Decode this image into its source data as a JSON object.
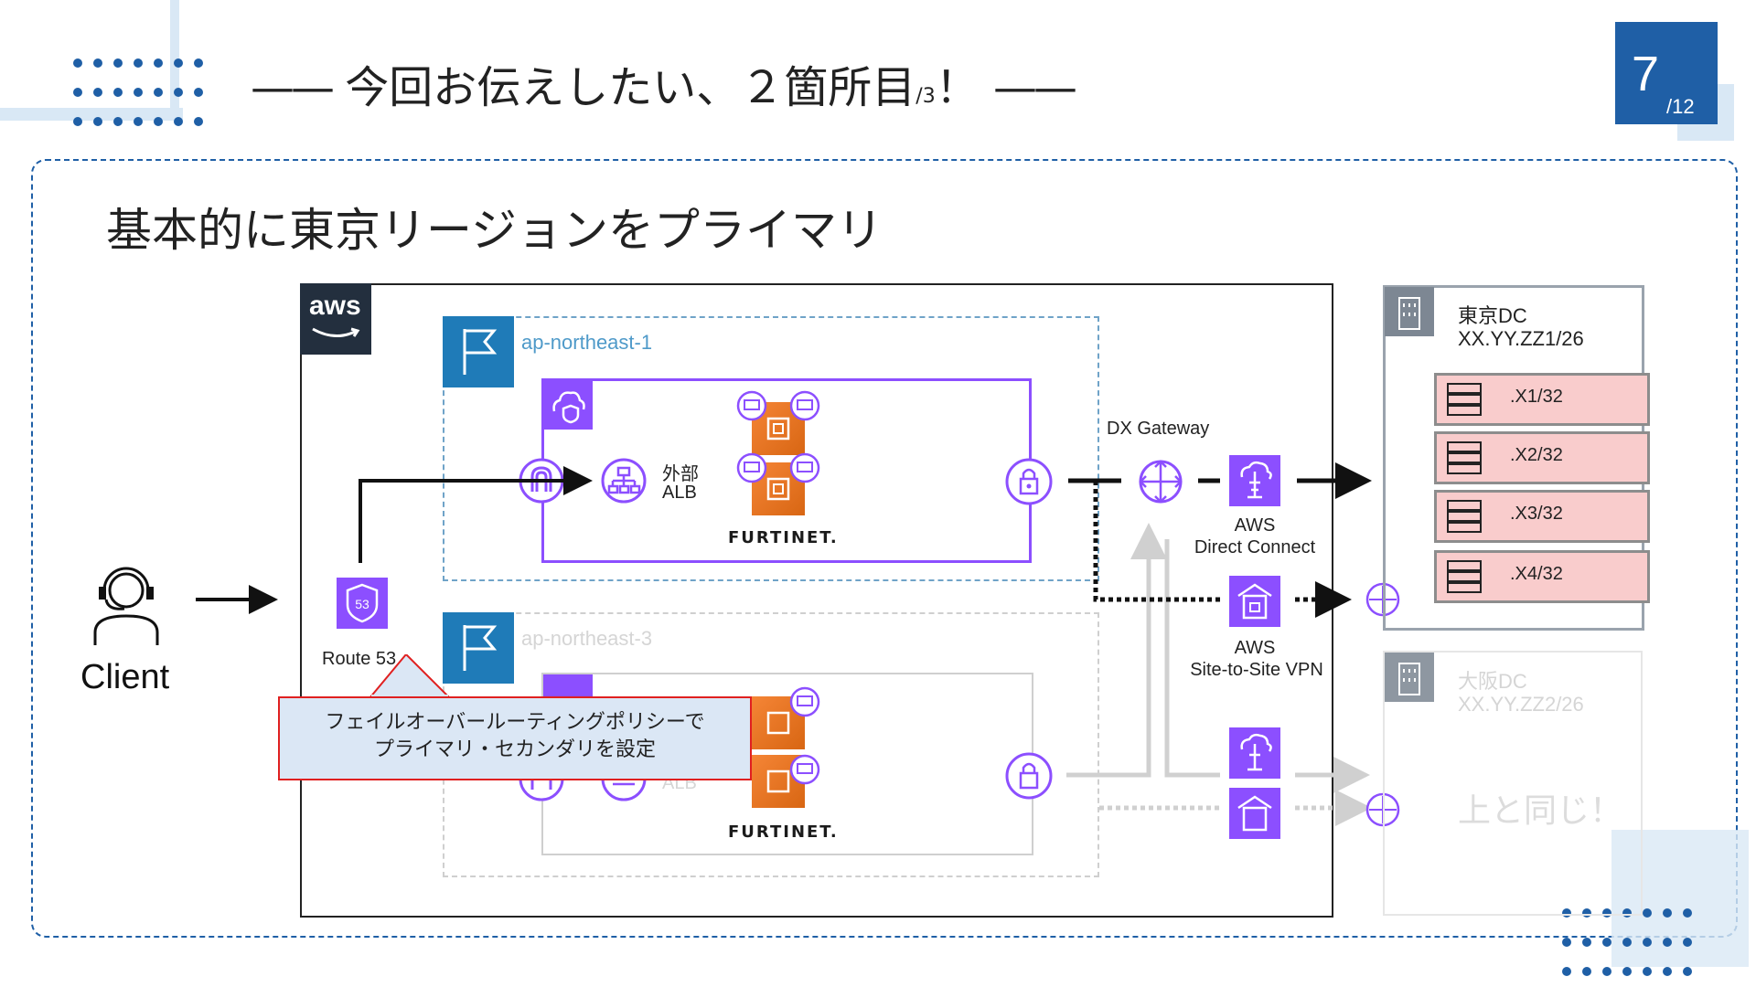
{
  "header": {
    "title_left_rule": "——",
    "title_main": "今回お伝えしたい、２箇所目",
    "title_small": "/3",
    "title_end": "！",
    "title_right_rule": "——",
    "slide_number": "7",
    "slide_total": "/12"
  },
  "subtitle": "基本的に東京リージョンをプライマリ",
  "client": {
    "label": "Client"
  },
  "aws": {
    "logo_text": "aws",
    "route53_label": "Route 53",
    "route53_icon_text": "53",
    "region_primary": "ap-northeast-1",
    "region_secondary": "ap-northeast-3",
    "alb_label_line1": "外部",
    "alb_label_line2": "ALB",
    "alb_label_gray": "ALB",
    "fortinet_primary": "FURTINET.",
    "fortinet_secondary": "FURTINET.",
    "dx_gateway_label": "DX Gateway",
    "direct_connect_line1": "AWS",
    "direct_connect_line2": "Direct Connect",
    "vpn_line1": "AWS",
    "vpn_line2": "Site-to-Site VPN"
  },
  "callout": {
    "line1": "フェイルオーバールーティングポリシーで",
    "line2": "プライマリ・セカンダリを設定"
  },
  "tokyo_dc": {
    "name": "東京DC",
    "cidr": "XX.YY.ZZ1/26",
    "servers": [
      ".X1/32",
      ".X2/32",
      ".X3/32",
      ".X4/32"
    ]
  },
  "osaka_dc": {
    "name": "大阪DC",
    "cidr": "XX.YY.ZZ2/26",
    "note": "上と同じ！"
  },
  "colors": {
    "brand_blue": "#1f5fa6",
    "aws_purple": "#8c4fff",
    "ec2_orange": "#ed7100",
    "server_pink": "#f9cccc",
    "callout_fill": "#dbe7f5",
    "callout_border": "#e02020"
  }
}
